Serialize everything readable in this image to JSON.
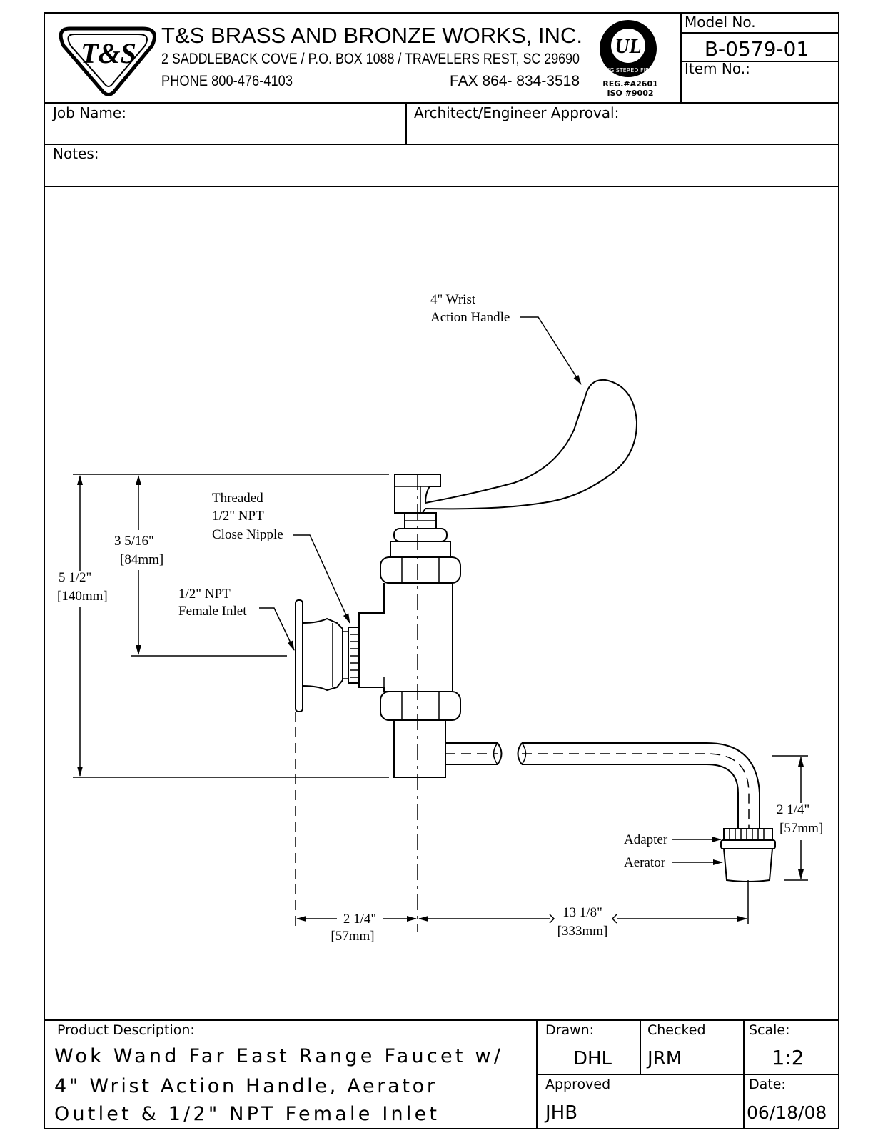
{
  "company": {
    "logo_text": "T&S",
    "name": "T&S BRASS AND BRONZE WORKS, INC.",
    "address": "2 SADDLEBACK COVE / P.O. BOX 1088 / TRAVELERS REST, SC 29690",
    "phone": "PHONE 800-476-4103",
    "fax": "FAX  864- 834-3518",
    "ul_text": "UL",
    "ul_ring_text": "REGISTERED FIRM",
    "reg": "REG.#A2601",
    "iso": "ISO #9002"
  },
  "title_block": {
    "model_label": "Model No.",
    "model_value": "B-0579-01",
    "item_label": "Item No.:",
    "job_label": "Job Name:",
    "architect_label": "Architect/Engineer Approval:",
    "notes_label": "Notes:"
  },
  "drawing": {
    "callouts": {
      "handle_1": "4\" Wrist",
      "handle_2": "Action Handle",
      "nipple_1": "Threaded",
      "nipple_2": "1/2\" NPT",
      "nipple_3": "Close Nipple",
      "inlet_1": "1/2\" NPT",
      "inlet_2": "Female Inlet",
      "adapter": "Adapter",
      "aerator": "Aerator"
    },
    "dimensions": {
      "height_total_in": "5 1/2\"",
      "height_total_mm": "[140mm]",
      "height_inlet_in": "3 5/16\"",
      "height_inlet_mm": "[84mm]",
      "spout_drop_in": "2 1/4\"",
      "spout_drop_mm": "[57mm]",
      "inlet_offset_in": "2 1/4\"",
      "inlet_offset_mm": "[57mm]",
      "spout_reach_in": "13 1/8\"",
      "spout_reach_mm": "[333mm]"
    }
  },
  "footer": {
    "product_label": "Product Description:",
    "product_line1": "Wok Wand Far East Range Faucet w/",
    "product_line2": "4\" Wrist Action Handle, Aerator",
    "product_line3": "Outlet & 1/2\" NPT Female Inlet",
    "drawn_label": "Drawn:",
    "drawn_value": "DHL",
    "checked_label": "Checked",
    "checked_value": "JRM",
    "scale_label": "Scale:",
    "scale_value": "1:2",
    "approved_label": "Approved",
    "approved_value": "JHB",
    "date_label": "Date:",
    "date_value": "06/18/08"
  }
}
